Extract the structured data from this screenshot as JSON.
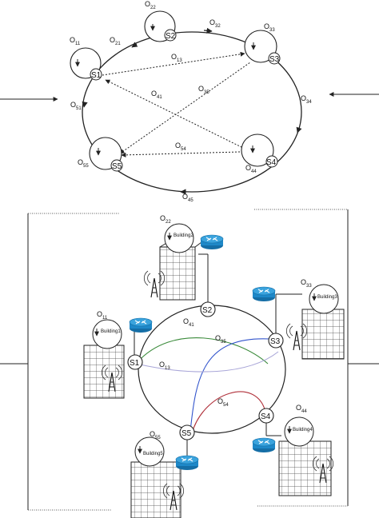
{
  "top": {
    "nodes": [
      {
        "id": "S1",
        "obs": "O",
        "obs_sub": "11"
      },
      {
        "id": "S2",
        "obs": "O",
        "obs_sub": "22"
      },
      {
        "id": "S3",
        "obs": "O",
        "obs_sub": "33"
      },
      {
        "id": "S4",
        "obs": "O",
        "obs_sub": "44"
      },
      {
        "id": "S5",
        "obs": "O",
        "obs_sub": "55"
      }
    ],
    "edges": [
      {
        "name": "O",
        "sub": "21"
      },
      {
        "name": "O",
        "sub": "32"
      },
      {
        "name": "O",
        "sub": "13"
      },
      {
        "name": "O",
        "sub": "35"
      },
      {
        "name": "O",
        "sub": "41"
      },
      {
        "name": "O",
        "sub": "51"
      },
      {
        "name": "O",
        "sub": "34"
      },
      {
        "name": "O",
        "sub": "54"
      },
      {
        "name": "O",
        "sub": "45"
      }
    ]
  },
  "bottom": {
    "nodes": [
      {
        "id": "S1",
        "building": "Building1",
        "obs": "O",
        "obs_sub": "11"
      },
      {
        "id": "S2",
        "building": "Building2",
        "obs": "O",
        "obs_sub": "22"
      },
      {
        "id": "S3",
        "building": "Building3",
        "obs": "O",
        "obs_sub": "33"
      },
      {
        "id": "S4",
        "building": "Building4",
        "obs": "O",
        "obs_sub": "44"
      },
      {
        "id": "S5",
        "building": "Building5",
        "obs": "O",
        "obs_sub": "55"
      }
    ],
    "links": [
      {
        "name": "O",
        "sub": "41",
        "color": "#3a8a3a"
      },
      {
        "name": "O",
        "sub": "35",
        "color": "#3355cc"
      },
      {
        "name": "O",
        "sub": "13",
        "color": "#a9a6d8"
      },
      {
        "name": "O",
        "sub": "54",
        "color": "#b0303a"
      }
    ]
  },
  "colors": {
    "router": "#1e88c8",
    "line": "#222222"
  }
}
